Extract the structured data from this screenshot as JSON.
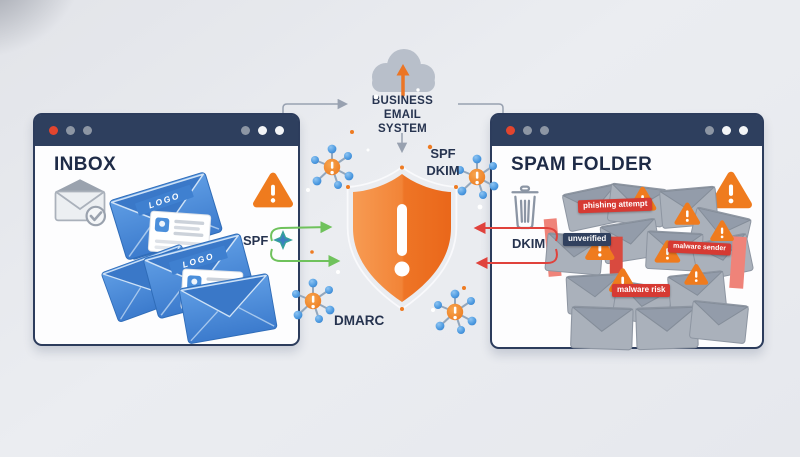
{
  "system": {
    "label": "BUSINESS\nEMAIL\nSYSTEM"
  },
  "protocols": {
    "spf": "SPF",
    "dkim": "DKIM",
    "dmarc": "DMARC",
    "spf_dkim": "SPF\nDKIM"
  },
  "inbox_window": {
    "title": "INBOX",
    "logo_label": "LOGO"
  },
  "spam_window": {
    "title": "SPAM FOLDER",
    "tags": {
      "phishing": "phishing attempt",
      "unverified": "unverified",
      "malware_sender": "malware sender",
      "malware_risk": "malware risk"
    }
  },
  "colors": {
    "navy": "#2e3f5e",
    "accent_orange": "#ee7623",
    "alert_red": "#d63a33",
    "pass_green": "#6fc25c",
    "fail_red": "#e0423c",
    "envelope_blue": "#4b8fdb"
  }
}
